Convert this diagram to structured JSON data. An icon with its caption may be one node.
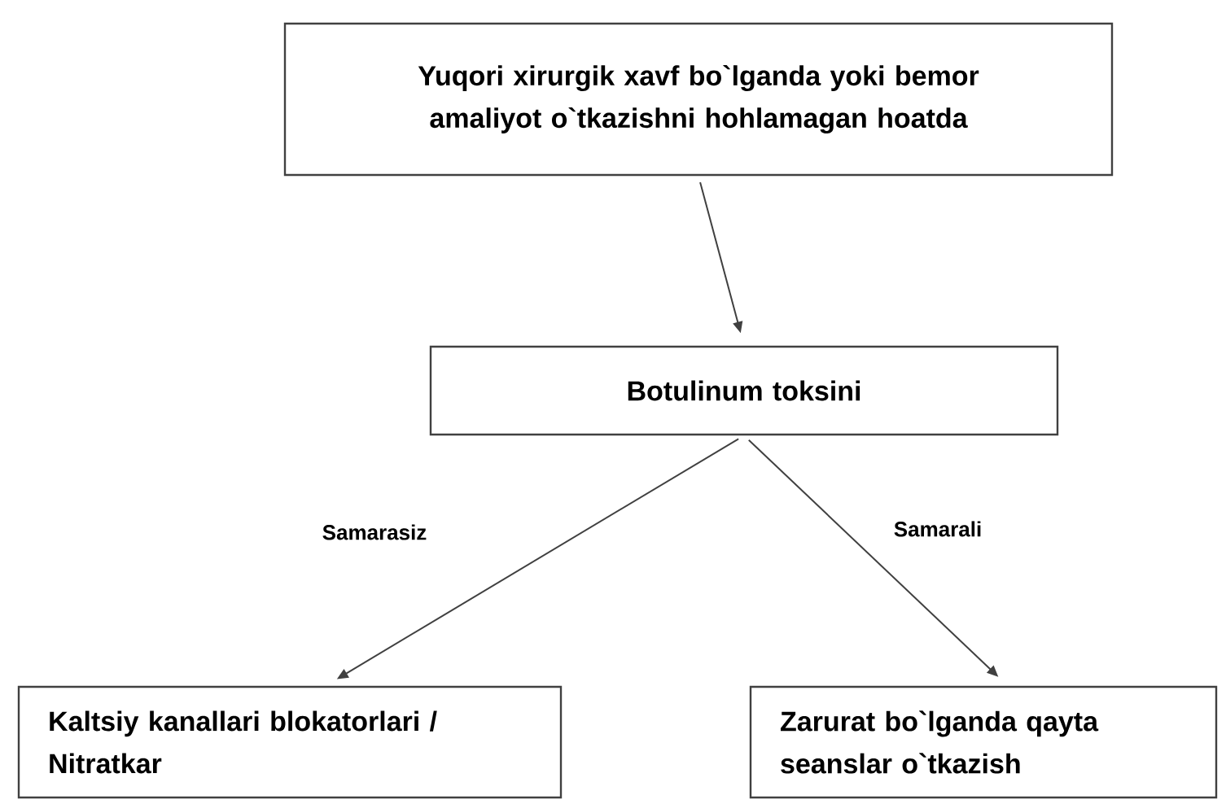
{
  "diagram": {
    "nodes": [
      {
        "text": [
          "Yuqori xirurgik xavf bo`lganda yoki bemor amaliyot o`tkazishni hohlamagan hoatda"
        ]
      },
      {
        "text": [
          "Botulinum toksini"
        ]
      },
      {
        "text": [
          "Kaltsiy kanallari blokatorlari / Nitratkar"
        ]
      },
      {
        "text": [
          "Zarurat bo`lganda qayta seanslar o`tkazish"
        ]
      }
    ],
    "edges": [
      {
        "from": 0,
        "to": 1,
        "arrow": "to"
      },
      {
        "from": 1,
        "to": 2,
        "arrow": "to",
        "label": "Samarasiz"
      },
      {
        "from": 1,
        "to": 3,
        "arrow": "to",
        "label": "Samarali"
      }
    ]
  }
}
